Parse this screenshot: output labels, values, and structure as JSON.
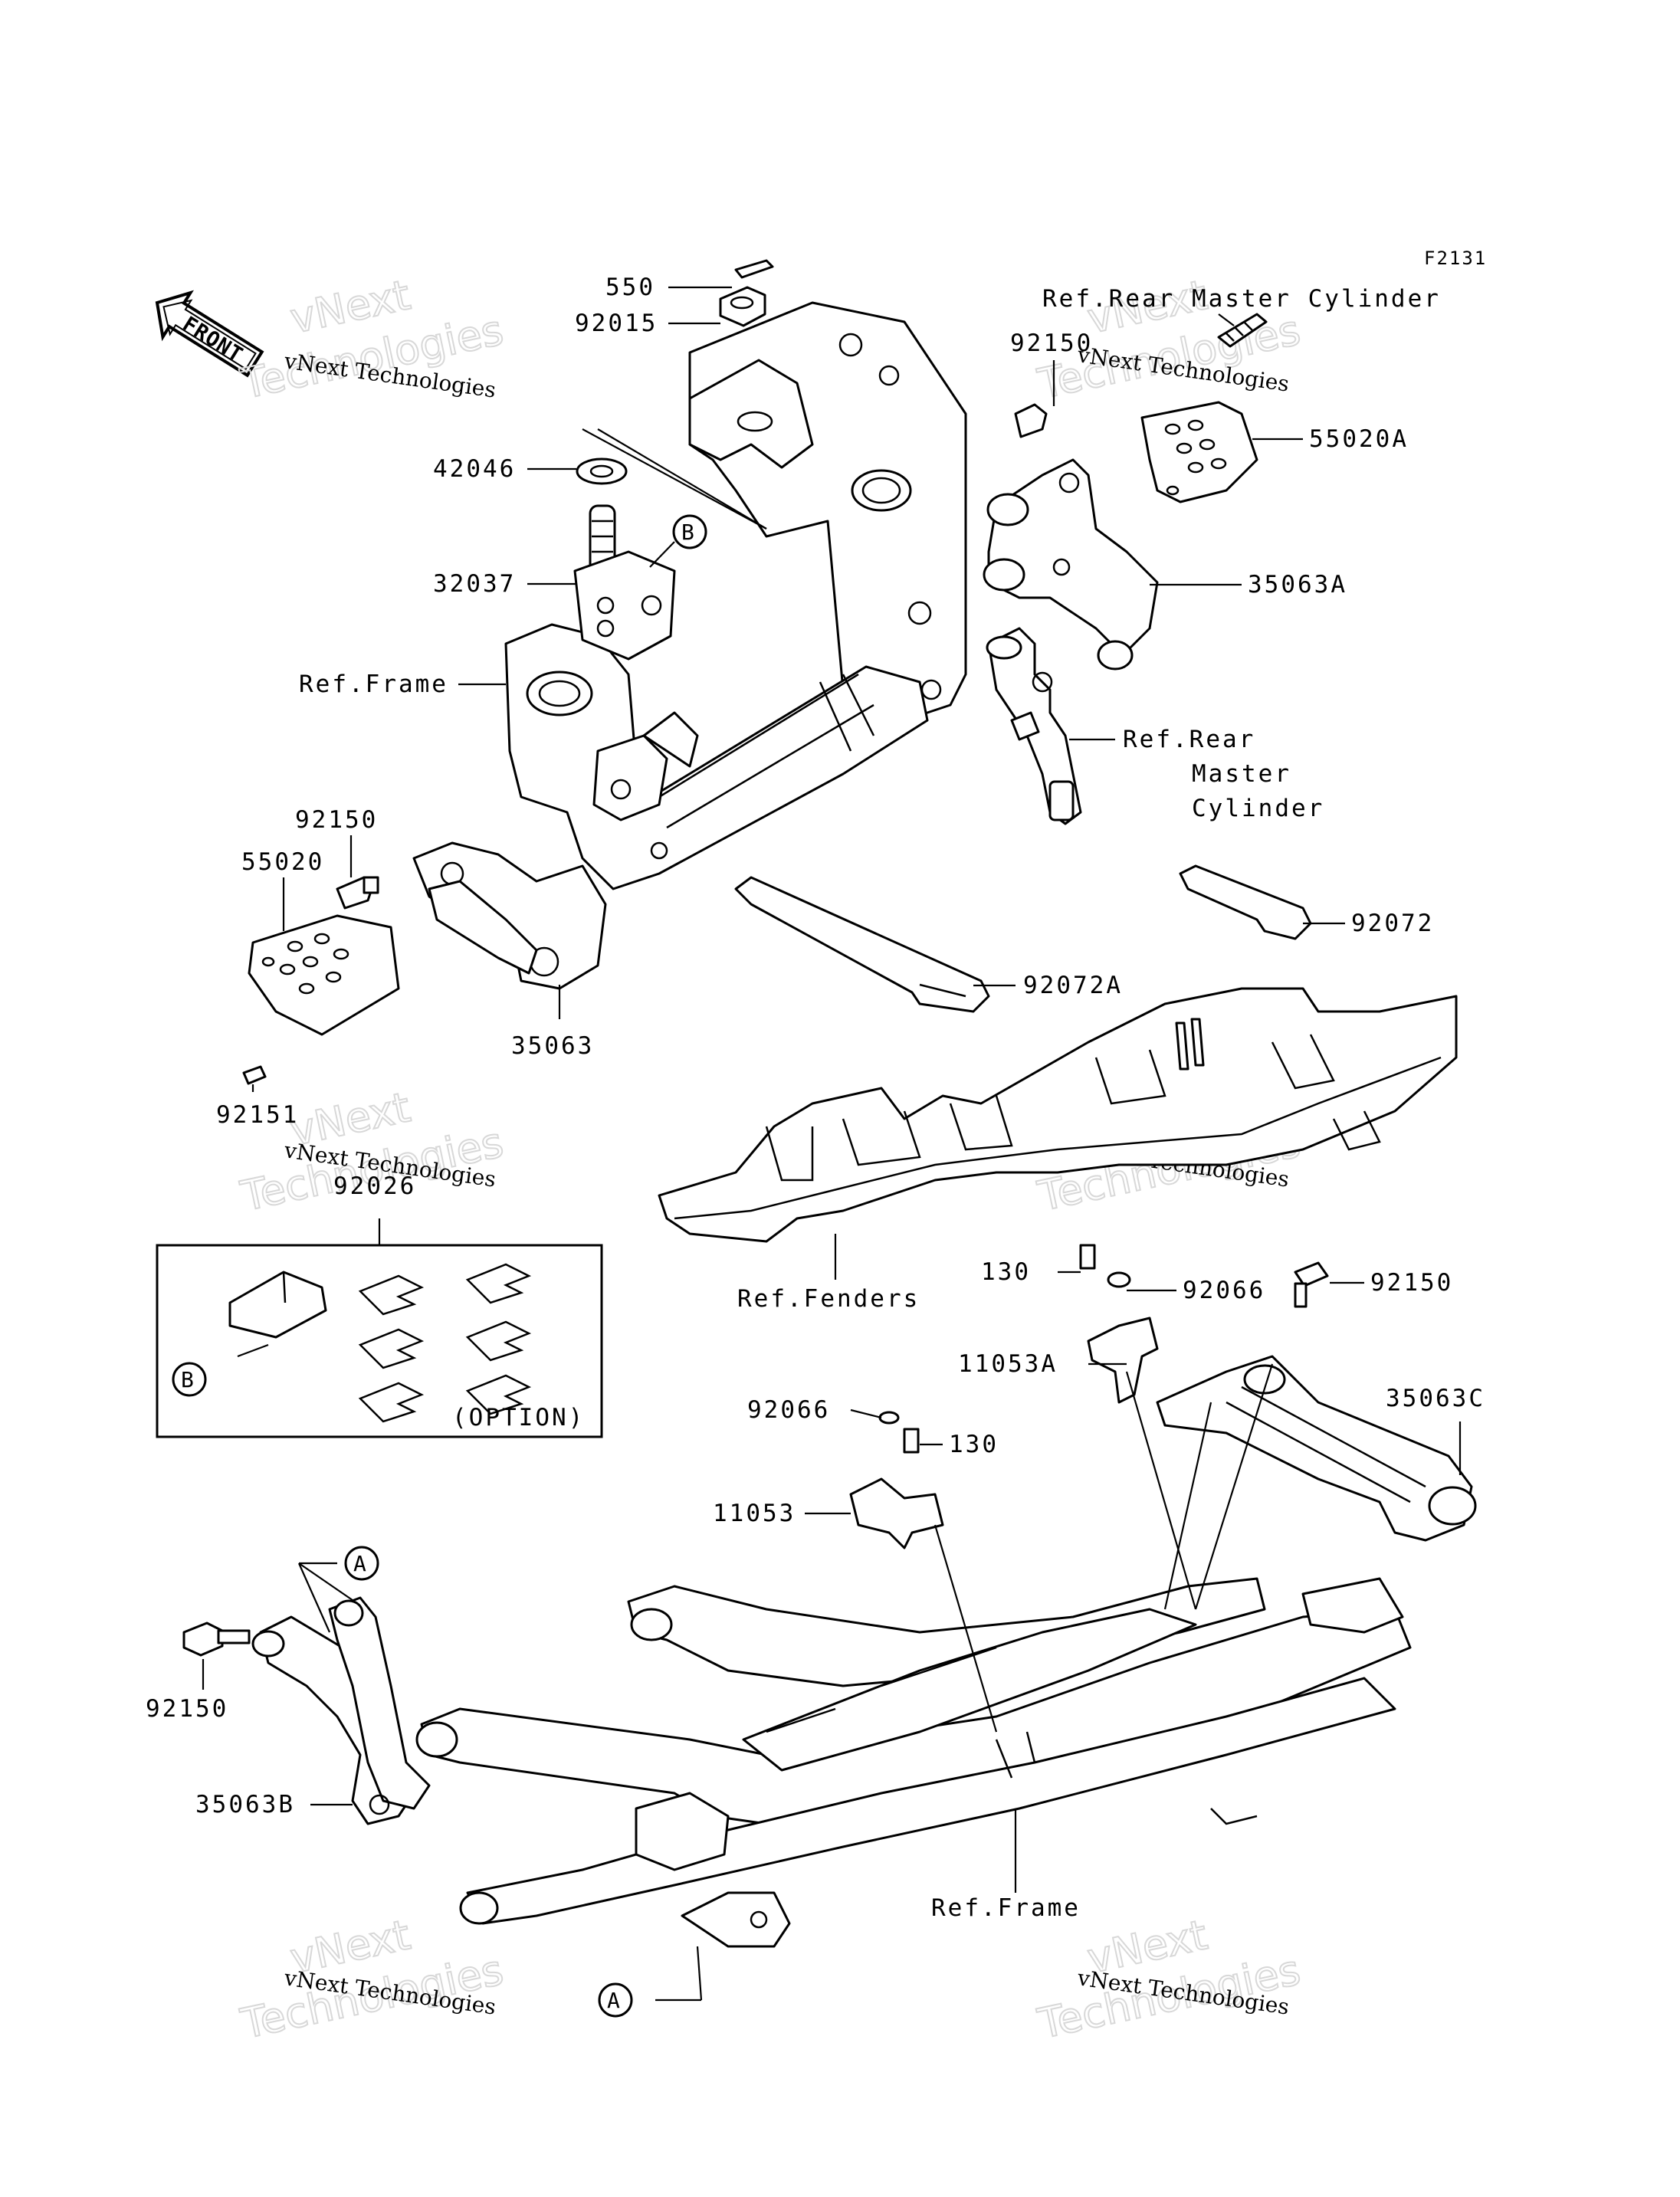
{
  "figure_code": "F2131",
  "front_arrow": {
    "label": "FRONT",
    "icon": "front-arrow-icon"
  },
  "labels": {
    "p550": "550",
    "p92015": "92015",
    "p42046": "42046",
    "p32037": "32037",
    "ref_frame_top": "Ref.Frame",
    "p92150_left": "92150",
    "p55020": "55020",
    "p35063": "35063",
    "p92151": "92151",
    "p92026": "92026",
    "option": "(OPTION)",
    "ref_rear_master_top": "Ref.Rear Master Cylinder",
    "p92150_top": "92150",
    "p55020a": "55020A",
    "p35063a": "35063A",
    "ref_rear_l1": "Ref.Rear",
    "ref_rear_l2": "Master",
    "ref_rear_l3": "Cylinder",
    "p92072": "92072",
    "p92072a": "92072A",
    "ref_fenders": "Ref.Fenders",
    "p130_a": "130",
    "p92066_a": "92066",
    "p92150_right": "92150",
    "p11053a": "11053A",
    "p35063c": "35063C",
    "p92066_b": "92066",
    "p130_b": "130",
    "p11053": "11053",
    "p92150_bottom": "92150",
    "p35063b": "35063B",
    "ref_frame_bottom": "Ref.Frame",
    "callout_a": "A",
    "callout_b": "B"
  },
  "watermarks": [
    {
      "big_1": "vNext",
      "big_2": "Technologies",
      "small": "vNext Technologies"
    },
    {
      "big_1": "vNext",
      "big_2": "Technologies",
      "small": "vNext Technologies"
    },
    {
      "big_1": "vNext",
      "big_2": "Technologies",
      "small": "vNext Technologies"
    },
    {
      "big_1": "vNext",
      "big_2": "Technologies",
      "small": "vNext Technologies"
    },
    {
      "big_1": "vNext",
      "big_2": "Technologies",
      "small": "vNext Technologies"
    },
    {
      "big_1": "vNext",
      "big_2": "Technologies",
      "small": "vNext Technologies"
    }
  ]
}
